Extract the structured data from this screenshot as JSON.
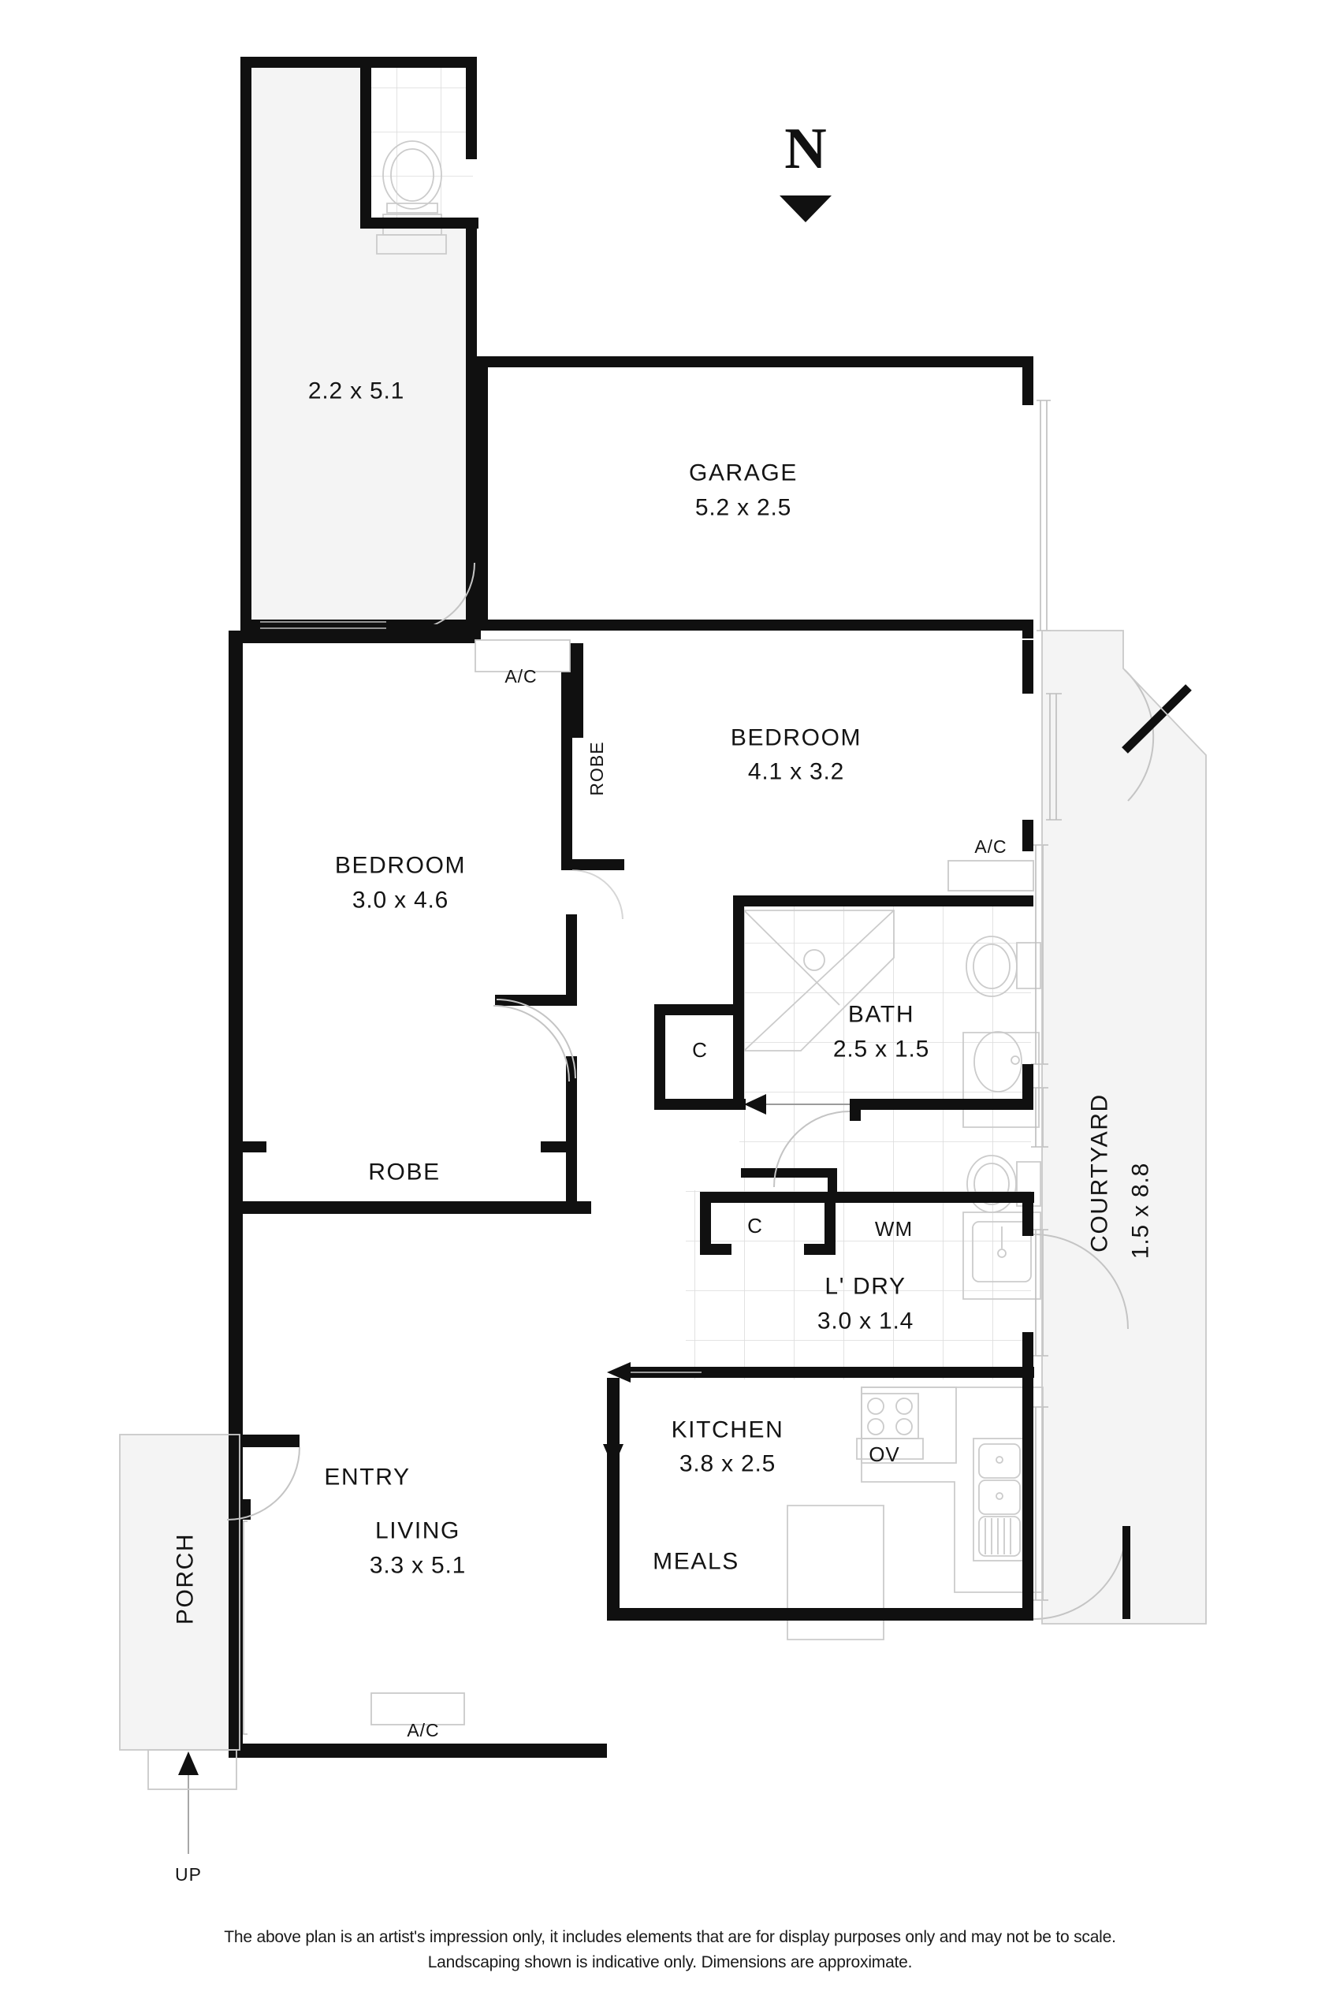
{
  "compass": {
    "label": "N",
    "direction": "south-pointing-triangle"
  },
  "colors": {
    "wall": "#101010",
    "room_fill": "#ffffff",
    "shaded_fill": "#f4f4f4",
    "fixture_line": "#c9c9c9",
    "tile_line": "#d8d8d8",
    "text": "#141414"
  },
  "rooms": [
    {
      "id": "store",
      "name": "",
      "dimensions": "2.2 x 5.1"
    },
    {
      "id": "garage",
      "name": "GARAGE",
      "dimensions": "5.2 x 2.5"
    },
    {
      "id": "bedroom1",
      "name": "BEDROOM",
      "dimensions": "4.1 x 3.2"
    },
    {
      "id": "bedroom2",
      "name": "BEDROOM",
      "dimensions": "3.0 x 4.6"
    },
    {
      "id": "bath",
      "name": "BATH",
      "dimensions": "2.5 x 1.5"
    },
    {
      "id": "laundry",
      "name": "L' DRY",
      "dimensions": "3.0 x 1.4"
    },
    {
      "id": "kitchen",
      "name": "KITCHEN",
      "dimensions": "3.8 x 2.5"
    },
    {
      "id": "living",
      "name": "LIVING",
      "dimensions": "3.3 x 5.1"
    },
    {
      "id": "courtyard",
      "name": "COURTYARD",
      "dimensions": "1.5 x 8.8"
    }
  ],
  "labels": {
    "store_dim": "2.2 x 5.1",
    "garage_name": "GARAGE",
    "garage_dim": "5.2 x 2.5",
    "ac_garage": "A/C",
    "robe_vertical": "ROBE",
    "bedroom1_name": "BEDROOM",
    "bedroom1_dim": "4.1 x 3.2",
    "ac_bedroom1": "A/C",
    "bedroom2_name": "BEDROOM",
    "bedroom2_dim": "3.0 x 4.6",
    "robe_horizontal": "ROBE",
    "closet_bath": "C",
    "bath_name": "BATH",
    "bath_dim": "2.5 x 1.5",
    "closet_laundry": "C",
    "washing_machine": "WM",
    "laundry_name": "L' DRY",
    "laundry_dim": "3.0 x 1.4",
    "kitchen_name": "KITCHEN",
    "kitchen_dim": "3.8 x 2.5",
    "oven": "OV",
    "meals": "MEALS",
    "entry": "ENTRY",
    "living_name": "LIVING",
    "living_dim": "3.3 x 5.1",
    "ac_living": "A/C",
    "porch": "PORCH",
    "up": "UP",
    "courtyard_name": "COURTYARD",
    "courtyard_dim": "1.5 x 8.8"
  },
  "disclaimer": {
    "line1": "The above plan is an artist's impression only, it includes elements that are for display purposes only and may not be to scale.",
    "line2": "Landscaping shown is indicative only. Dimensions are approximate."
  }
}
